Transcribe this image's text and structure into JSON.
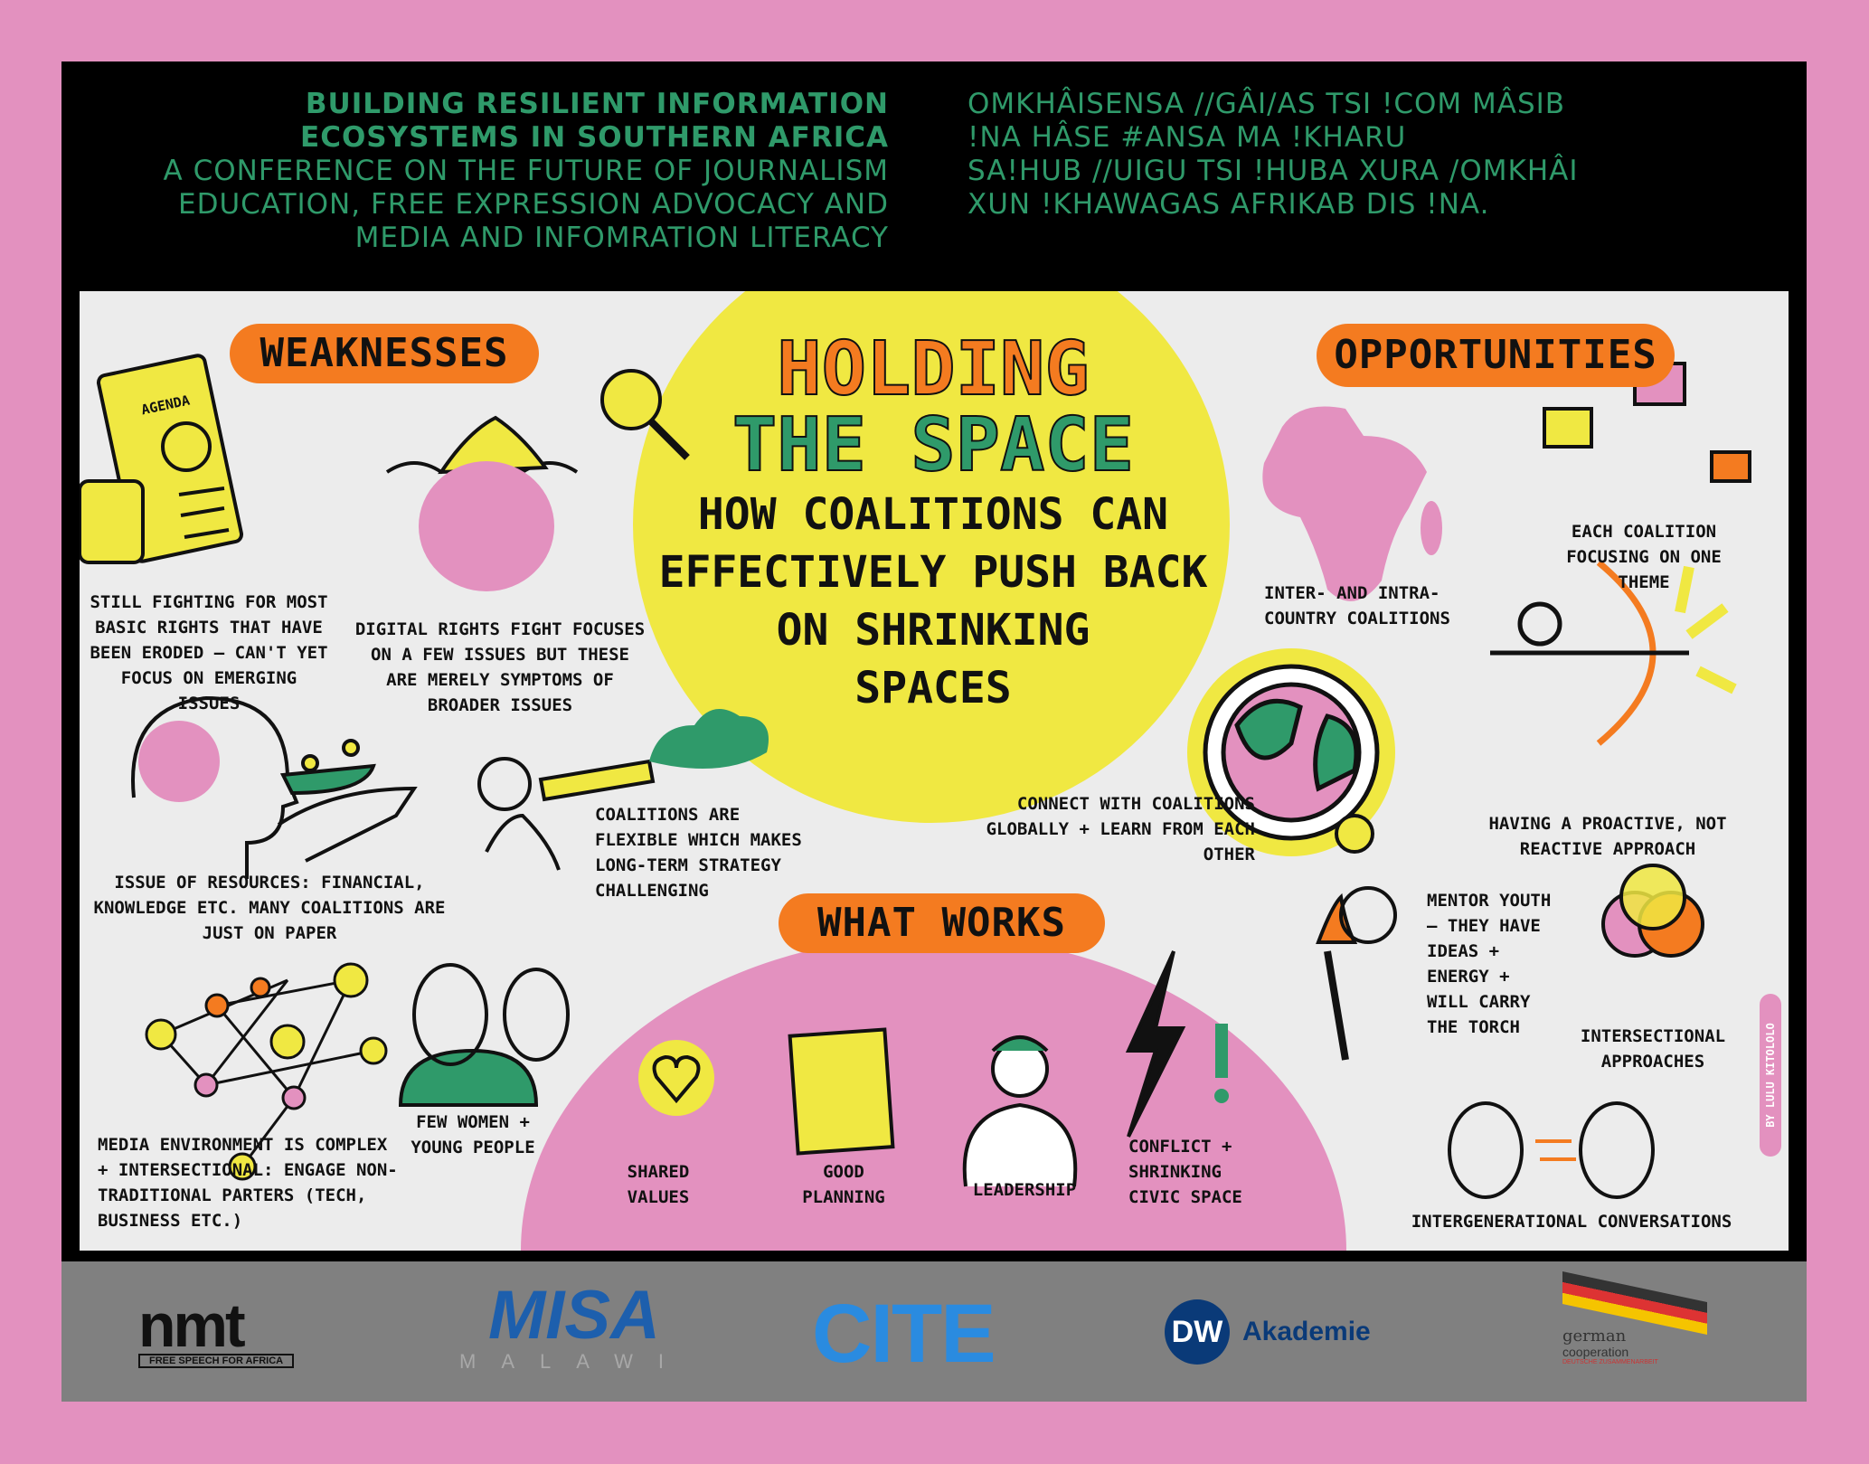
{
  "header": {
    "title_lines": [
      "Building Resilient Information",
      "Ecosystems in Southern Africa"
    ],
    "subtitle_lines": [
      "A conference on the future of journalism",
      "education, free expression advocacy and",
      "media and infomration literacy"
    ],
    "translation_lines": [
      "Omkhâisensa //gâi/as tsi !com mâsib",
      "!na hâse #ansa ma !kharu",
      "sa!hub //uigu tsi !huba xura /omkhâi",
      "xun !khawagas Afrikab dis !na."
    ]
  },
  "center": {
    "title_lines": [
      "HOLDING",
      "THE SPACE"
    ],
    "subtitle_lines": [
      "HOW COALITIONS CAN",
      "EFFECTIVELY PUSH BACK",
      "ON SHRINKING",
      "SPACES"
    ]
  },
  "sections": {
    "weaknesses": "WEAKNESSES",
    "opportunities": "OPPORTUNITIES",
    "what_works": "WHAT WORKS"
  },
  "weaknesses": [
    "Still fighting for most basic rights that have been eroded — can't yet focus on emerging issues",
    "Digital rights fight focuses on a few issues but these are merely symptoms of broader issues",
    "Issue of resources: financial, knowledge etc. Many coalitions are just on paper",
    "Coalitions are flexible which makes long-term strategy challenging",
    "Media environment is complex + intersectional: engage non-traditional parters (tech, business etc.)",
    "Few women + young people"
  ],
  "opportunities": [
    "Inter- and intra-country coalitions",
    "Each coalition focusing on one theme",
    "Connect with coalitions globally + learn from each other",
    "Having a proactive, not reactive approach",
    "Mentor youth — they have ideas + energy + will carry the torch",
    "Intersectional approaches",
    "Intergenerational conversations"
  ],
  "what_works": [
    "Shared values",
    "Good planning",
    "Leadership",
    "Conflict + shrinking civic space"
  ],
  "illustration_text": {
    "agenda": "AGENDA",
    "credit": "BY LULU KITOLOLO"
  },
  "footer_logos": {
    "nmt": "nmt",
    "nmt_tagline": "FREE SPEECH FOR AFRICA",
    "misa": "MISA",
    "misa_sub": "MALAWI",
    "cite": "CITE",
    "dw": "DW",
    "dw_sub": "Akademie",
    "german": "german",
    "german_sub": "cooperation",
    "german_tagline": "DEUTSCHE ZUSAMMENARBEIT"
  },
  "colors": {
    "pink": "#e391bf",
    "orange": "#f47b20",
    "yellow": "#f0e842",
    "green": "#2f9a6a",
    "panel": "#ececec"
  }
}
